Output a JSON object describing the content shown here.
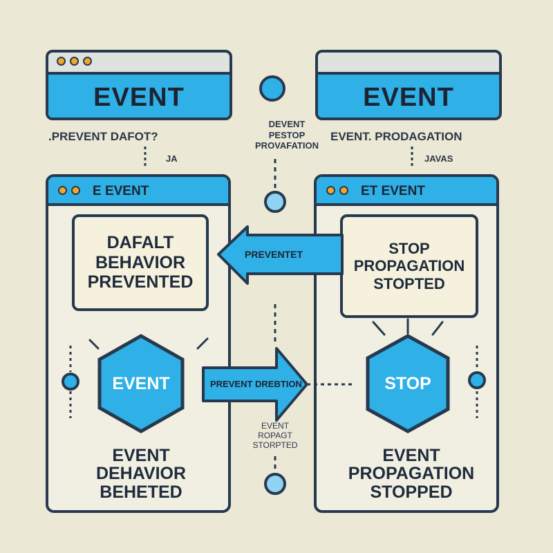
{
  "top_left": {
    "title": "EVENT",
    "caption": ".PREVENT DAFOT?",
    "sub": "JA"
  },
  "top_right": {
    "title": "EVENT",
    "caption": "EVENT. PRODAGATION",
    "sub": "JAVAS"
  },
  "center_top_label": {
    "line1": "DEVENT",
    "line2": "PESTOP",
    "line3": "PROVAFATION"
  },
  "left_panel": {
    "header": "E EVENT",
    "card_line1": "DAFALT",
    "card_line2": "BEHAVIOR",
    "card_line3": "PREVENTED",
    "hex_label": "EVENT",
    "bottom_line1": "EVENT",
    "bottom_line2": "DEHAVIOR",
    "bottom_line3": "BEHETED"
  },
  "right_panel": {
    "header": "ET EVENT",
    "card_line1": "STOP",
    "card_line2": "PROPAGATION",
    "card_line3": "STOPTED",
    "hex_label": "STOP",
    "bottom_line1": "EVENT",
    "bottom_line2": "PROPAGATION",
    "bottom_line3": "STOPPED"
  },
  "arrow_left": {
    "label": "PREVENTET"
  },
  "arrow_right": {
    "label": "PREVENT DREBTION"
  },
  "center_bottom_label": {
    "line1": "EVENT",
    "line2": "ROPAGT",
    "line3": "STORPTED"
  },
  "colors": {
    "accent": "#2fb0e6",
    "outline": "#26394e",
    "dot": "#f3a52c",
    "background": "#ece8d6"
  }
}
